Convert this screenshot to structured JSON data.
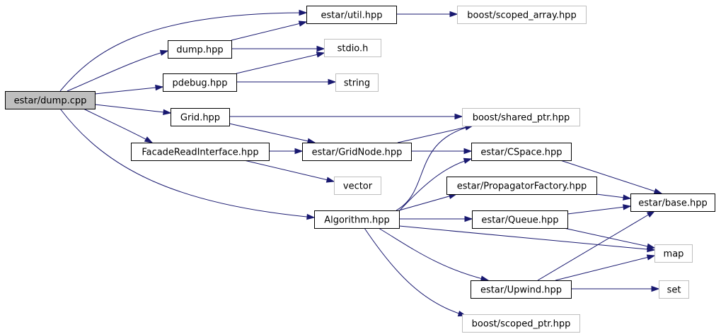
{
  "graph": {
    "nodes": [
      {
        "id": "dump_cpp",
        "label": "estar/dump.cpp",
        "style": "root"
      },
      {
        "id": "util_hpp",
        "label": "estar/util.hpp",
        "style": "internal"
      },
      {
        "id": "dump_hpp",
        "label": "dump.hpp",
        "style": "internal"
      },
      {
        "id": "pdebug_hpp",
        "label": "pdebug.hpp",
        "style": "internal"
      },
      {
        "id": "grid_hpp",
        "label": "Grid.hpp",
        "style": "internal"
      },
      {
        "id": "facade_hpp",
        "label": "FacadeReadInterface.hpp",
        "style": "internal"
      },
      {
        "id": "gridnode_hpp",
        "label": "estar/GridNode.hpp",
        "style": "internal"
      },
      {
        "id": "algorithm_hpp",
        "label": "Algorithm.hpp",
        "style": "internal"
      },
      {
        "id": "cspace_hpp",
        "label": "estar/CSpace.hpp",
        "style": "internal"
      },
      {
        "id": "propfactory_hpp",
        "label": "estar/PropagatorFactory.hpp",
        "style": "internal"
      },
      {
        "id": "queue_hpp",
        "label": "estar/Queue.hpp",
        "style": "internal"
      },
      {
        "id": "upwind_hpp",
        "label": "estar/Upwind.hpp",
        "style": "internal"
      },
      {
        "id": "base_hpp",
        "label": "estar/base.hpp",
        "style": "internal"
      },
      {
        "id": "scoped_array",
        "label": "boost/scoped_array.hpp",
        "style": "external"
      },
      {
        "id": "stdio_h",
        "label": "stdio.h",
        "style": "external"
      },
      {
        "id": "string",
        "label": "string",
        "style": "external"
      },
      {
        "id": "shared_ptr",
        "label": "boost/shared_ptr.hpp",
        "style": "external"
      },
      {
        "id": "vector",
        "label": "vector",
        "style": "external"
      },
      {
        "id": "map",
        "label": "map",
        "style": "external"
      },
      {
        "id": "set",
        "label": "set",
        "style": "external"
      },
      {
        "id": "scoped_ptr",
        "label": "boost/scoped_ptr.hpp",
        "style": "external"
      }
    ],
    "edges": [
      {
        "from": "dump_cpp",
        "to": "util_hpp"
      },
      {
        "from": "dump_cpp",
        "to": "dump_hpp"
      },
      {
        "from": "dump_cpp",
        "to": "pdebug_hpp"
      },
      {
        "from": "dump_cpp",
        "to": "grid_hpp"
      },
      {
        "from": "dump_cpp",
        "to": "facade_hpp"
      },
      {
        "from": "dump_cpp",
        "to": "algorithm_hpp"
      },
      {
        "from": "util_hpp",
        "to": "scoped_array"
      },
      {
        "from": "dump_hpp",
        "to": "util_hpp"
      },
      {
        "from": "dump_hpp",
        "to": "stdio_h"
      },
      {
        "from": "pdebug_hpp",
        "to": "stdio_h"
      },
      {
        "from": "pdebug_hpp",
        "to": "string"
      },
      {
        "from": "grid_hpp",
        "to": "shared_ptr"
      },
      {
        "from": "grid_hpp",
        "to": "gridnode_hpp"
      },
      {
        "from": "facade_hpp",
        "to": "gridnode_hpp"
      },
      {
        "from": "facade_hpp",
        "to": "vector"
      },
      {
        "from": "gridnode_hpp",
        "to": "shared_ptr"
      },
      {
        "from": "gridnode_hpp",
        "to": "cspace_hpp"
      },
      {
        "from": "algorithm_hpp",
        "to": "shared_ptr"
      },
      {
        "from": "algorithm_hpp",
        "to": "cspace_hpp"
      },
      {
        "from": "algorithm_hpp",
        "to": "propfactory_hpp"
      },
      {
        "from": "algorithm_hpp",
        "to": "queue_hpp"
      },
      {
        "from": "algorithm_hpp",
        "to": "map"
      },
      {
        "from": "algorithm_hpp",
        "to": "upwind_hpp"
      },
      {
        "from": "algorithm_hpp",
        "to": "scoped_ptr"
      },
      {
        "from": "cspace_hpp",
        "to": "base_hpp"
      },
      {
        "from": "propfactory_hpp",
        "to": "base_hpp"
      },
      {
        "from": "queue_hpp",
        "to": "base_hpp"
      },
      {
        "from": "queue_hpp",
        "to": "map"
      },
      {
        "from": "upwind_hpp",
        "to": "base_hpp"
      },
      {
        "from": "upwind_hpp",
        "to": "map"
      },
      {
        "from": "upwind_hpp",
        "to": "set"
      }
    ],
    "colors": {
      "edge": "#191970",
      "root_fill": "#bfbfbf",
      "external_border": "#bfbfbf",
      "internal_border": "#000000"
    }
  }
}
